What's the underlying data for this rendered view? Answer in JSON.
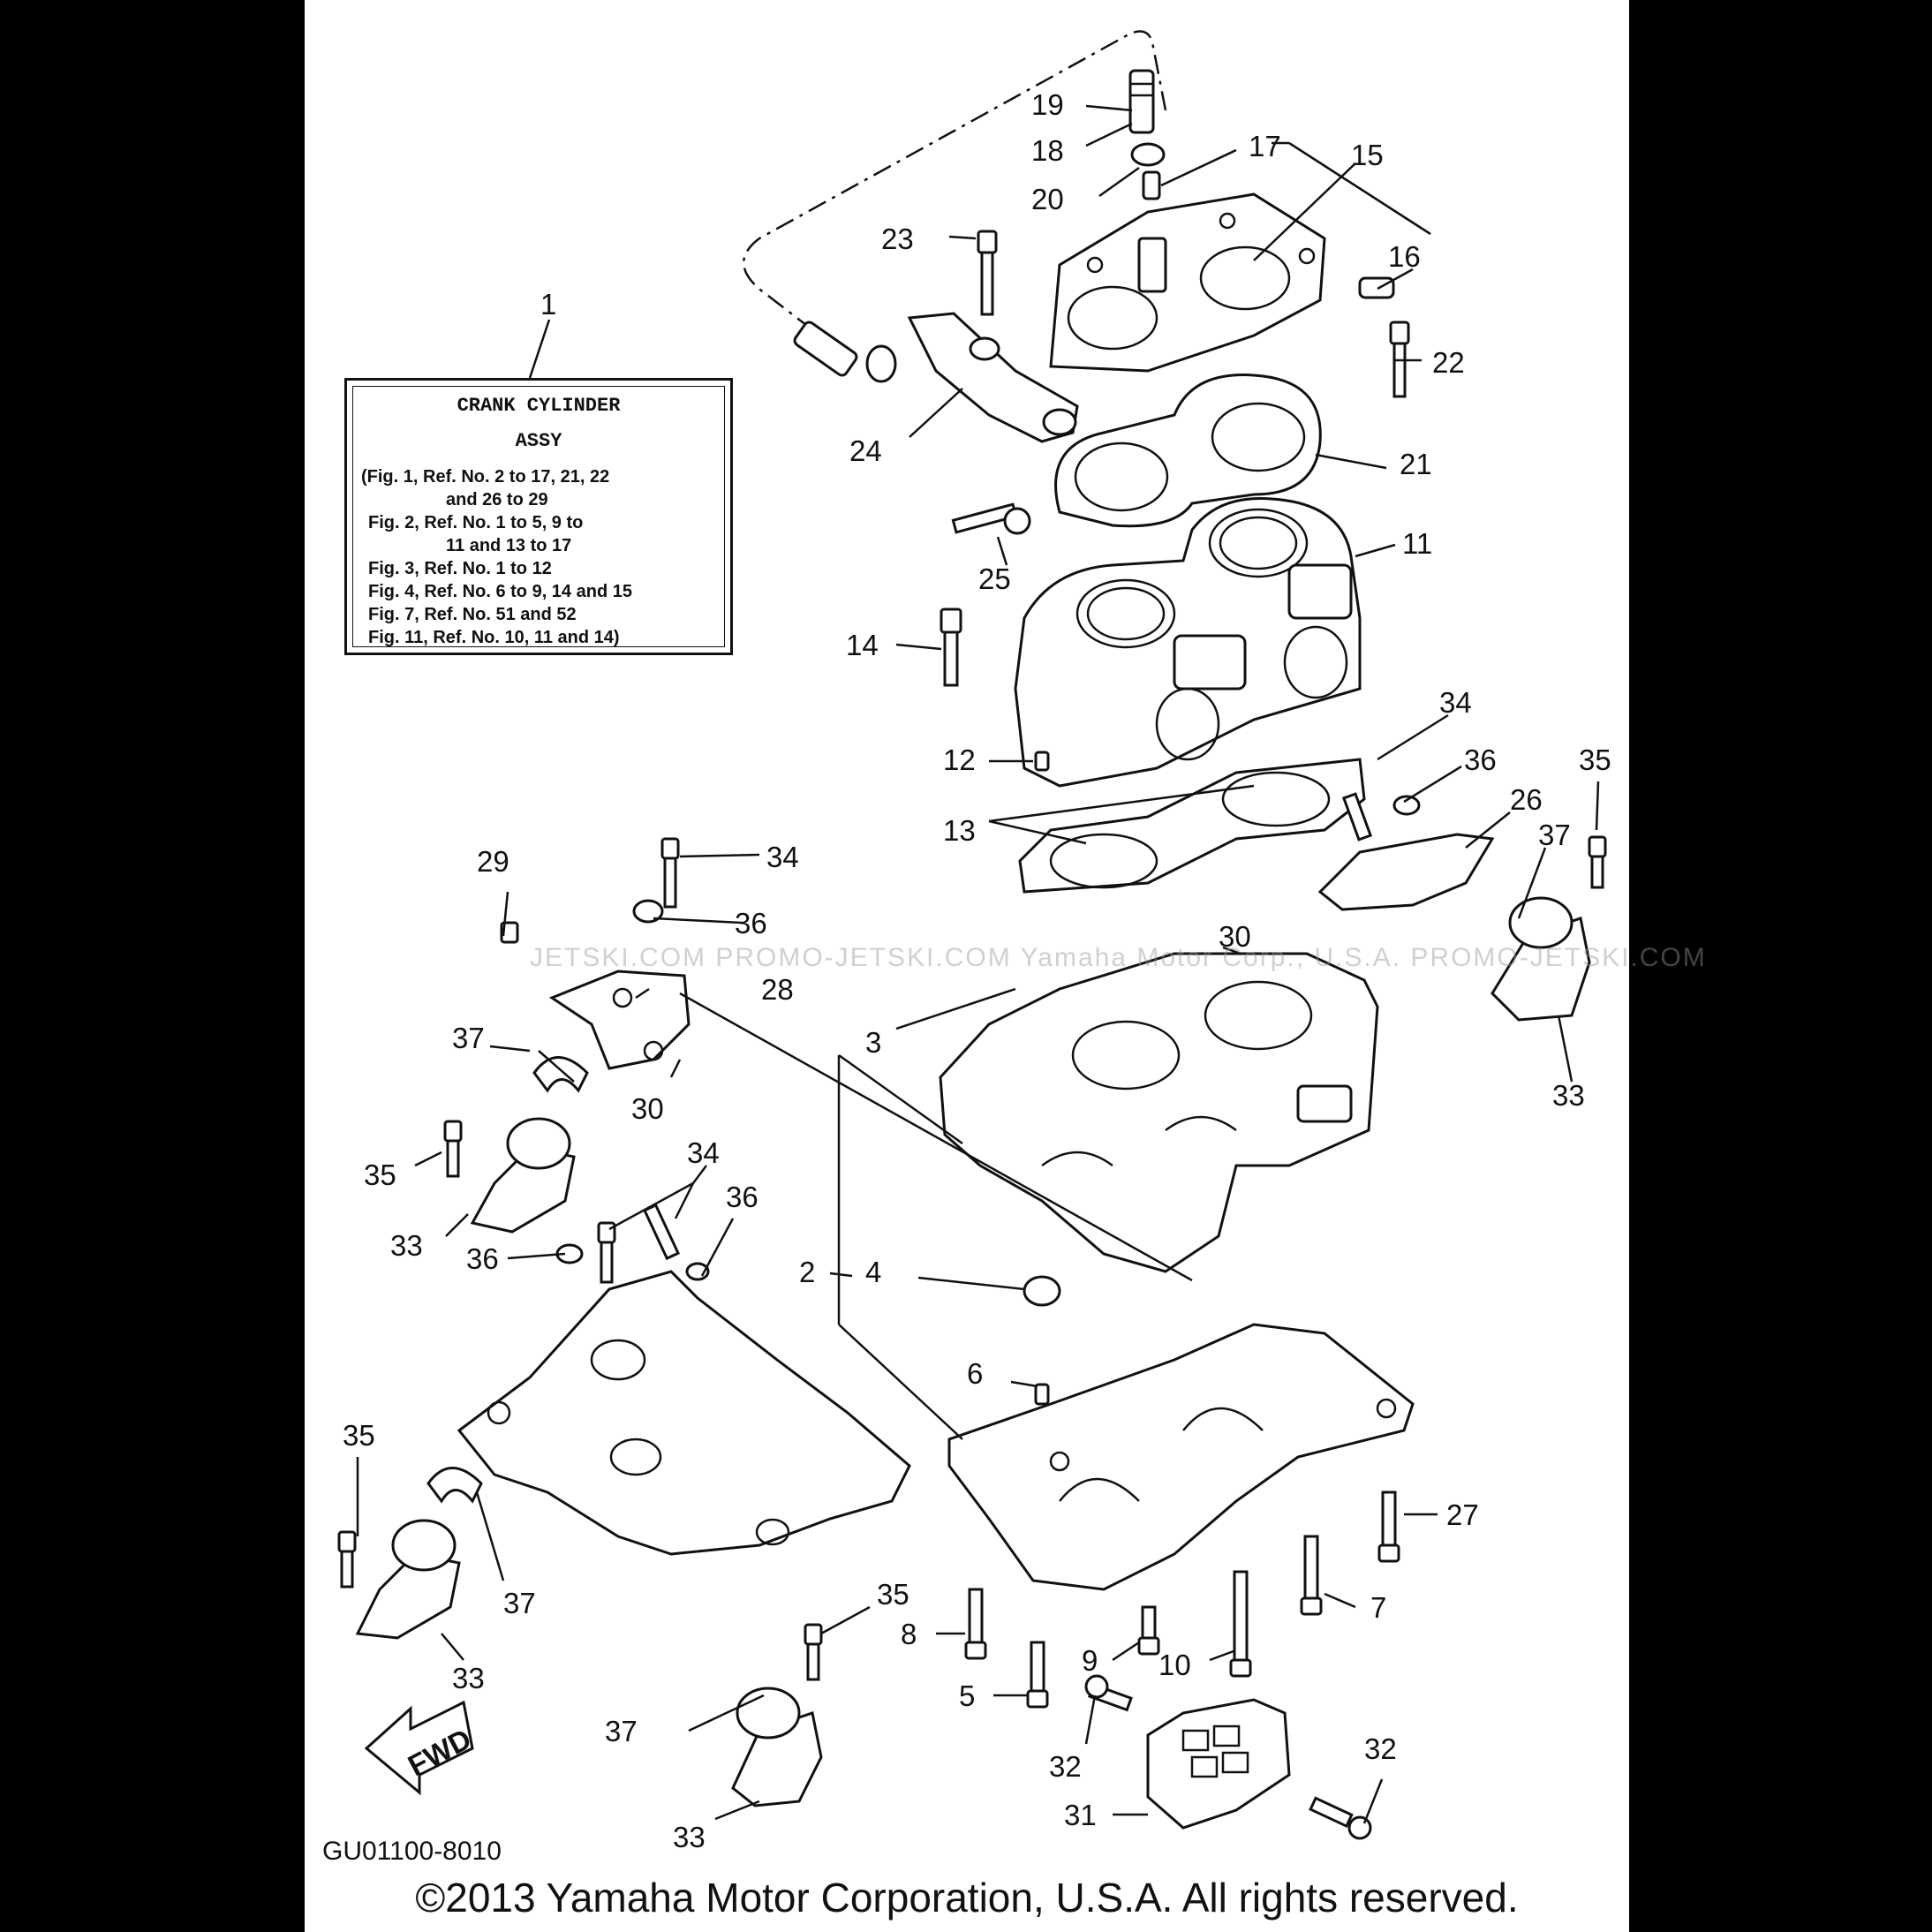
{
  "assy_box": {
    "title_line1": "CRANK CYLINDER",
    "title_line2": "ASSY",
    "lines": [
      "(Fig. 1, Ref. No. 2 to 17, 21, 22",
      "and 26 to 29",
      "Fig. 2, Ref. No. 1 to 5, 9 to",
      "11 and 13 to 17",
      "Fig. 3, Ref. No. 1 to 12",
      "Fig. 4, Ref. No. 6 to 9, 14 and 15",
      "Fig. 7, Ref. No. 51 and 52",
      "Fig. 11, Ref. No. 10, 11 and 14)"
    ]
  },
  "callouts": {
    "c1": "1",
    "c2": "2",
    "c3": "3",
    "c4": "4",
    "c5": "5",
    "c6": "6",
    "c7": "7",
    "c8": "8",
    "c9": "9",
    "c10": "10",
    "c11": "11",
    "c12": "12",
    "c13": "13",
    "c14": "14",
    "c15": "15",
    "c16": "16",
    "c17": "17",
    "c18": "18",
    "c19": "19",
    "c20": "20",
    "c21": "21",
    "c22": "22",
    "c23": "23",
    "c24": "24",
    "c25": "25",
    "c26": "26",
    "c27": "27",
    "c28": "28",
    "c29": "29",
    "c30": "30",
    "c31": "31",
    "c32": "32",
    "c33": "33",
    "c34": "34",
    "c35": "35",
    "c36": "36",
    "c37": "37"
  },
  "fwd_label": "FWD",
  "diagram_code": "GU01100-8010",
  "watermark": "JETSKI.COM   PROMO-JETSKI.COM   Yamaha Motor Corp., U.S.A.   PROMO-JETSKI.COM",
  "copyright": "©2013 Yamaha Motor Corporation, U.S.A. All rights reserved."
}
